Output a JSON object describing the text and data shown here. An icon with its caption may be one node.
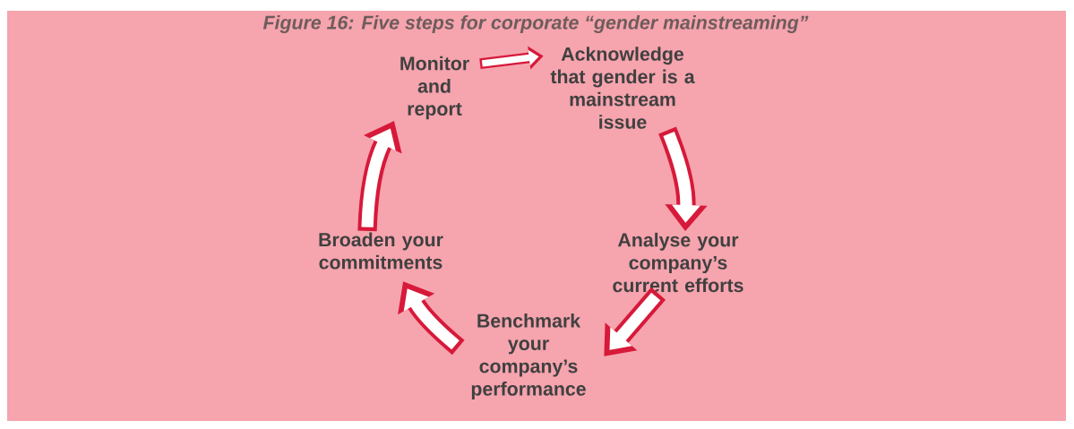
{
  "diagram": {
    "title": "Figure 16: Five steps for corporate “gender mainstreaming”",
    "nodes": [
      {
        "text": [
          "Monitor and report"
        ]
      },
      {
        "text": [
          "Acknowledge that gender is a mainstream issue"
        ]
      },
      {
        "text": [
          "Analyse your company’s current efforts"
        ]
      },
      {
        "text": [
          "Benchmark your company’s performance"
        ]
      },
      {
        "text": [
          "Broaden your commitments"
        ]
      }
    ],
    "edges": [
      {
        "from": 0,
        "to": 1,
        "arrow": "to"
      },
      {
        "from": 1,
        "to": 2,
        "arrow": "to"
      },
      {
        "from": 2,
        "to": 3,
        "arrow": "to"
      },
      {
        "from": 3,
        "to": 4,
        "arrow": "to"
      },
      {
        "from": 4,
        "to": 0,
        "arrow": "to"
      }
    ]
  }
}
